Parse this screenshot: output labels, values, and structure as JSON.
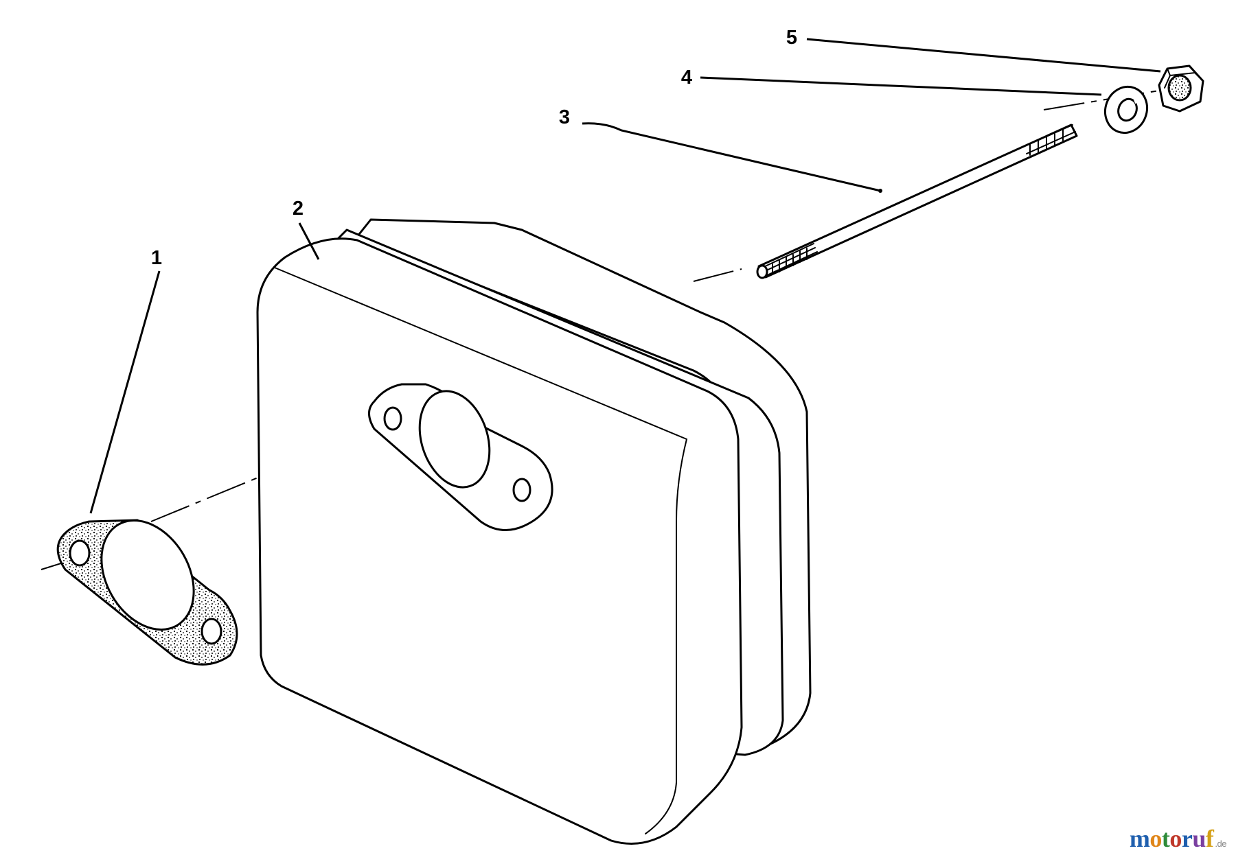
{
  "diagram": {
    "callouts": [
      {
        "id": "1",
        "label": "1"
      },
      {
        "id": "2",
        "label": "2"
      },
      {
        "id": "3",
        "label": "3"
      },
      {
        "id": "4",
        "label": "4"
      },
      {
        "id": "5",
        "label": "5"
      }
    ],
    "parts": [
      {
        "callout": "1",
        "shape": "gasket-icon"
      },
      {
        "callout": "2",
        "shape": "muffler-icon"
      },
      {
        "callout": "3",
        "shape": "stud-bolt-icon"
      },
      {
        "callout": "4",
        "shape": "lock-washer-icon"
      },
      {
        "callout": "5",
        "shape": "hex-nut-icon"
      }
    ]
  },
  "watermark": {
    "logo_text": "motoruf",
    "logo_suffix": ".de",
    "colors": [
      "#1f5fae",
      "#e0861a",
      "#2e8b3a",
      "#c0392b",
      "#1f5fae",
      "#7a3fa0",
      "#d4a017"
    ]
  }
}
